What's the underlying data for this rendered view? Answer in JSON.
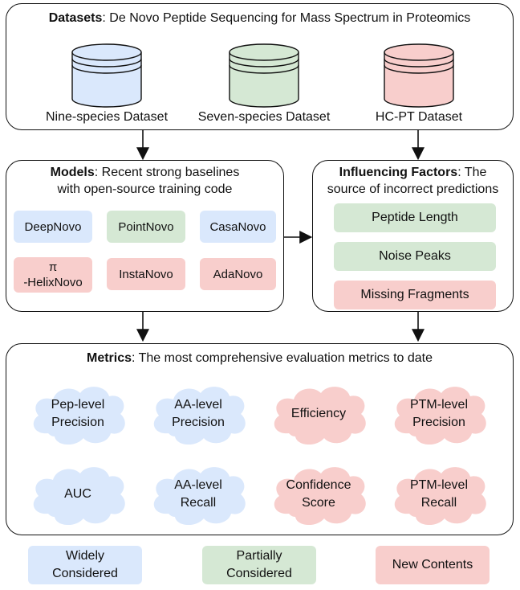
{
  "datasets": {
    "title_bold": "Datasets",
    "title_rest": ": De Novo Peptide Sequencing for Mass Spectrum in Proteomics",
    "items": [
      {
        "label": "Nine-species Dataset",
        "color": "#dae8fc"
      },
      {
        "label": "Seven-species Dataset",
        "color": "#d5e8d4"
      },
      {
        "label": "HC-PT Dataset",
        "color": "#f8cecc"
      }
    ]
  },
  "models": {
    "title_bold": "Models",
    "title_rest": ": Recent strong baselines",
    "subtitle": "with open-source training code",
    "items": [
      {
        "label": "DeepNovo",
        "color": "blue"
      },
      {
        "label": "PointNovo",
        "color": "green"
      },
      {
        "label": "CasaNovo",
        "color": "blue"
      },
      {
        "label_line1": "π",
        "label_line2": "-HelixNovo",
        "color": "red"
      },
      {
        "label": "InstaNovo",
        "color": "red"
      },
      {
        "label": "AdaNovo",
        "color": "red"
      }
    ]
  },
  "factors": {
    "title_bold": "Influencing Factors",
    "title_rest": ":  The",
    "subtitle": "source of incorrect predictions",
    "items": [
      {
        "label": "Peptide Length",
        "color": "green"
      },
      {
        "label": "Noise Peaks",
        "color": "green"
      },
      {
        "label": "Missing Fragments",
        "color": "red"
      }
    ]
  },
  "metrics": {
    "title_bold": "Metrics",
    "title_rest": ": The most comprehensive evaluation metrics to date",
    "items": [
      {
        "line1": "Pep-level",
        "line2": "Precision",
        "color": "blue"
      },
      {
        "line1": "AA-level",
        "line2": "Precision",
        "color": "blue"
      },
      {
        "line1": "Efficiency",
        "line2": "",
        "color": "red"
      },
      {
        "line1": "PTM-level",
        "line2": "Precision",
        "color": "red"
      },
      {
        "line1": "AUC",
        "line2": "",
        "color": "blue"
      },
      {
        "line1": "AA-level",
        "line2": "Recall",
        "color": "blue"
      },
      {
        "line1": "Confidence",
        "line2": "Score",
        "color": "red"
      },
      {
        "line1": "PTM-level",
        "line2": "Recall",
        "color": "red"
      }
    ]
  },
  "legend": [
    {
      "line1": "Widely",
      "line2": "Considered",
      "color": "blue"
    },
    {
      "line1": "Partially",
      "line2": "Considered",
      "color": "green"
    },
    {
      "line1": "New Contents",
      "line2": "",
      "color": "red"
    }
  ],
  "colors": {
    "blue": "#dae8fc",
    "green": "#d5e8d4",
    "red": "#f8cecc",
    "blue_stroke": "#6c8ebf",
    "green_stroke": "#82b366",
    "red_stroke": "#b85450"
  }
}
